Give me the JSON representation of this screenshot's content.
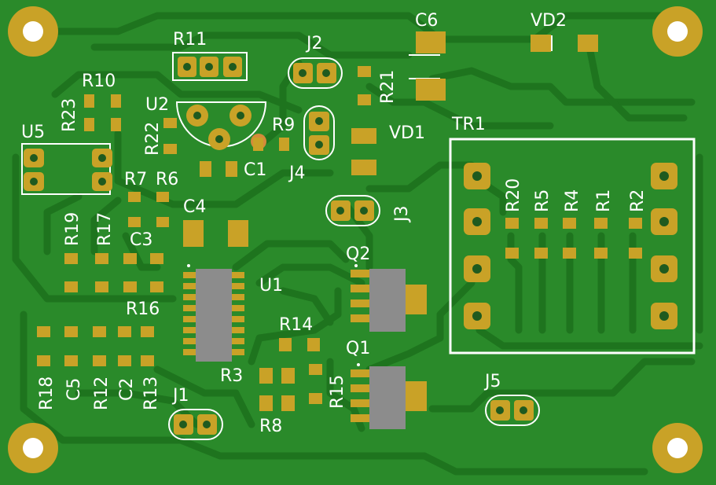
{
  "colors": {
    "board": "#2a8a2a",
    "copper_trace": "#1c6f1c",
    "pad": "#c9a227",
    "hole": "#ffffff",
    "silkscreen": "#ffffff",
    "ic_body": "#8c8c8c"
  },
  "labels": {
    "R11": "R11",
    "J2": "J2",
    "C6": "C6",
    "VD2": "VD2",
    "R10": "R10",
    "R23": "R23",
    "U2": "U2",
    "R21": "R21",
    "R22": "R22",
    "R9": "R9",
    "VD1": "VD1",
    "U5": "U5",
    "C1": "C1",
    "J4": "J4",
    "TR1": "TR1",
    "R7": "R7",
    "R6": "R6",
    "C4": "C4",
    "J3": "J3",
    "R20": "R20",
    "R5": "R5",
    "R4": "R4",
    "R1": "R1",
    "R2": "R2",
    "R19": "R19",
    "R17": "R17",
    "C3": "C3",
    "Q2": "Q2",
    "U1": "U1",
    "R16": "R16",
    "R14": "R14",
    "Q1": "Q1",
    "R3": "R3",
    "R15": "R15",
    "R18": "R18",
    "C5": "C5",
    "R12": "R12",
    "C2": "C2",
    "R13": "R13",
    "J1": "J1",
    "J5": "J5",
    "R8": "R8"
  }
}
